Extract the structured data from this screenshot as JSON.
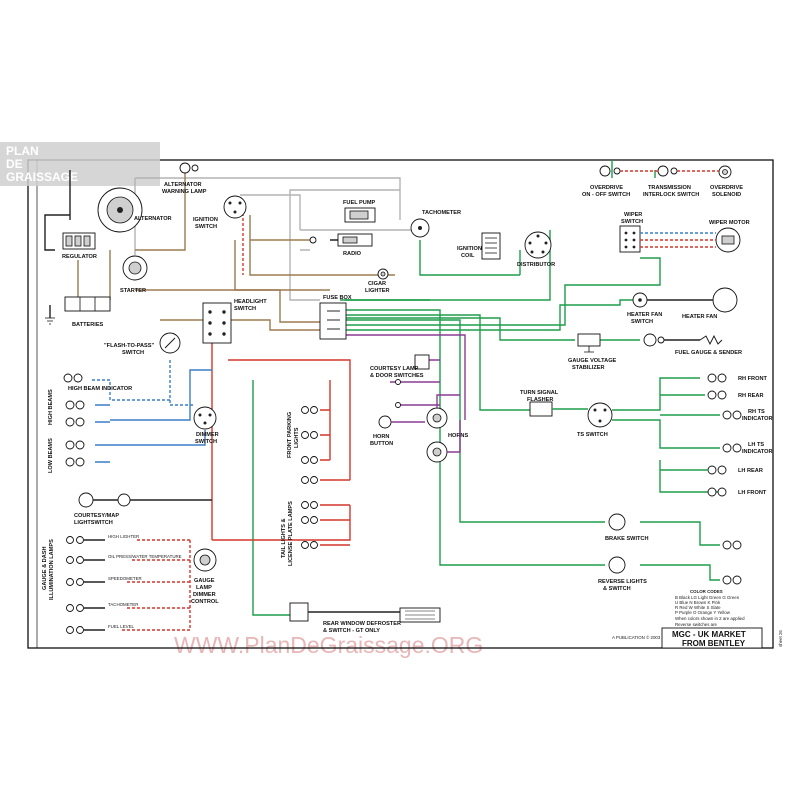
{
  "watermark": "WWW.PlanDeGraissage.ORG",
  "logo": {
    "line1": "PLAN",
    "line2": "DE",
    "line3": "GRAISSAGE"
  },
  "title_block": {
    "line1": "MGC - UK MARKET",
    "line2": "FROM BENTLEY"
  },
  "publisher": "A PUBLICATION © 2003",
  "sheet": "sheet 26",
  "labels": {
    "alternator_warning_lamp": [
      "ALTERNATOR",
      "WARNING LAMP"
    ],
    "alternator": "ALTERNATOR",
    "ignition_switch": [
      "IGNITION",
      "SWITCH"
    ],
    "regulator": "REGULATOR",
    "starter": "STARTER",
    "batteries": "BATTERIES",
    "fuel_pump": "FUEL PUMP",
    "radio": "RADIO",
    "cigar_lighter": [
      "CIGAR",
      "LIGHTER"
    ],
    "tachometer": "TACHOMETER",
    "ignition_coil": [
      "IGNITION",
      "COIL"
    ],
    "distributor": "DISTRIBUTOR",
    "overdrive_switch": [
      "OVERDRIVE",
      "ON - OFF SWITCH"
    ],
    "transmission_interlock": [
      "TRANSMISSION",
      "INTERLOCK SWITCH"
    ],
    "overdrive_solenoid": [
      "OVERDRIVE",
      "SOLENOID"
    ],
    "wiper_switch": [
      "WIPER",
      "SWITCH"
    ],
    "wiper_motor": "WIPER MOTOR",
    "heater_fan_switch": [
      "HEATER FAN",
      "SWITCH"
    ],
    "heater_fan": "HEATER FAN",
    "fuel_gauge": "FUEL GAUGE & SENDER",
    "gauge_voltage_stabilizer": [
      "GAUGE VOLTAGE",
      "STABILIZER"
    ],
    "headlight_switch": [
      "HEADLIGHT",
      "SWITCH"
    ],
    "fuse_box": "FUSE BOX",
    "flash_to_pass": [
      "\"FLASH-TO-PASS\"",
      "SWITCH"
    ],
    "high_beam_indicator": "HIGH BEAM INDICATOR",
    "high_beams": "HIGH BEAMS",
    "low_beams": "LOW BEAMS",
    "dimmer_switch": [
      "DIMMER",
      "SWITCH"
    ],
    "courtesy_lamp": [
      "COURTESY LAMP",
      "& DOOR SWITCHES"
    ],
    "turn_signal_flasher": [
      "TURN SIGNAL",
      "FLASHER"
    ],
    "ts_switch": "TS SWITCH",
    "rh_front": "RH FRONT",
    "rh_rear": "RH REAR",
    "rh_ts_indicator": [
      "RH TS",
      "INDICATOR"
    ],
    "lh_ts_indicator": [
      "LH TS",
      "INDICATOR"
    ],
    "lh_rear": "LH REAR",
    "lh_front": "LH FRONT",
    "front_parking_lights": [
      "FRONT PARKING",
      "LIGHTS"
    ],
    "horn_button": [
      "HORN",
      "BUTTON"
    ],
    "horns": "HORNS",
    "courtesy_map_light": [
      "COURTESY/MAP",
      "LIGHTSWITCH"
    ],
    "tail_lights": [
      "TAIL LIGHTS &",
      "LICENSE PLATE LAMPS"
    ],
    "brake_switch": "BRAKE SWITCH",
    "reverse_lights": [
      "REVERSE LIGHTS",
      "& SWITCH"
    ],
    "gauge_lamp_dimmer": [
      "GAUGE",
      "LAMP",
      "DIMMER",
      "CONTROL"
    ],
    "gauge_dash_lamps": [
      "GAUGE & DASH",
      "ILLUMINATION LAMPS"
    ],
    "rear_window_defroster": [
      "REAR WINDOW DEFROSTER",
      "& SWITCH - GT ONLY"
    ],
    "dash_lamps": [
      "HIGH LIGHTER",
      "OIL PRESS/WATER TEMPERATURE",
      "SPEEDOMETER",
      "TACHOMETER",
      "FUEL LEVEL"
    ]
  },
  "color_codes": {
    "title": "COLOR CODES",
    "rows": [
      "B  Black    LG  Light Green   G  Green",
      "U  Blue     N   Brown         K  Pink",
      "R  Red      W   White         S  Slate",
      "P  Purple   O   Orange        Y  Yellow"
    ],
    "notes": [
      "When colors shown in 2 are applied",
      "Reverse switches are"
    ]
  },
  "wire_colors": {
    "brown": "#9b7b50",
    "green": "#1e9d4a",
    "red": "#d4372c",
    "blue": "#3a7fc8",
    "purple": "#8a3b94",
    "gray": "#b3b3b3",
    "black": "#222222"
  }
}
